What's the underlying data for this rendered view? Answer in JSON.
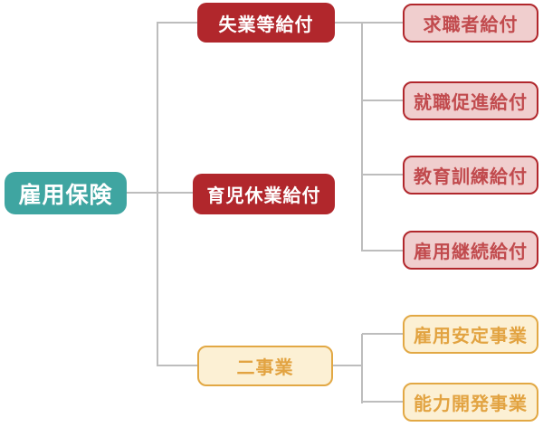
{
  "diagram": {
    "title": "employment-insurance-structure",
    "root": {
      "label": "雇用保険"
    },
    "branches": [
      {
        "label": "失業等給付",
        "style": "solid-red",
        "children": [
          {
            "label": "求職者給付"
          },
          {
            "label": "就職促進給付"
          },
          {
            "label": "教育訓練給付"
          },
          {
            "label": "雇用継続給付"
          }
        ]
      },
      {
        "label": "育児休業給付",
        "style": "solid-red",
        "children": []
      },
      {
        "label": "二事業",
        "style": "outline-yellow",
        "children": [
          {
            "label": "雇用安定事業"
          },
          {
            "label": "能力開発事業"
          }
        ]
      }
    ]
  },
  "colors": {
    "root_fill": "#3FA5A1",
    "root_text": "#FFFFFF",
    "solid_red_fill": "#B1272C",
    "solid_red_text": "#FFFFFF",
    "pink_fill": "#F0CECE",
    "pink_border": "#B1272C",
    "pink_text": "#C14A4D",
    "yellow_fill": "#FCF0D4",
    "yellow_border": "#E2A844",
    "yellow_text": "#E2A341",
    "connector": "#BDBDBD"
  }
}
